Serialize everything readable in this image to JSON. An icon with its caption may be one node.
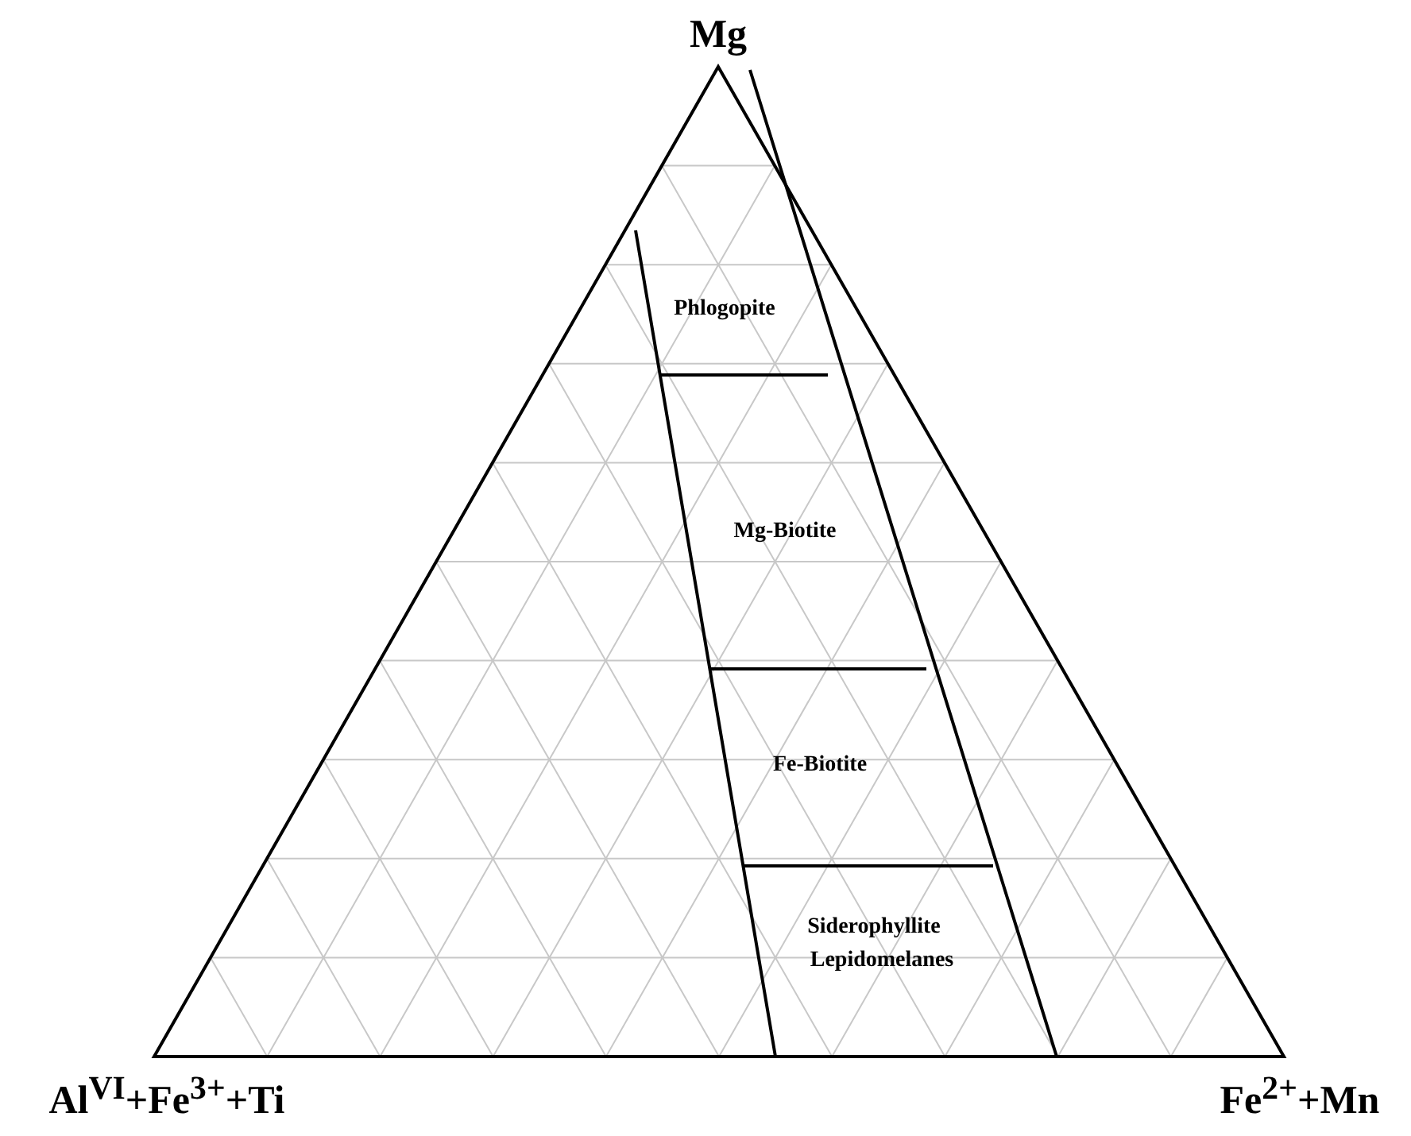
{
  "diagram": {
    "labels": [
      "Mg",
      "Phlogopite",
      "Mg-Biotite",
      "Fe-Biotite",
      "Siderophyllite",
      "Lepidomelanes",
      "Al$^{VI}$+Fe$^{3+}$+Ti",
      "Fe$^{2+}$+Mn"
    ]
  }
}
